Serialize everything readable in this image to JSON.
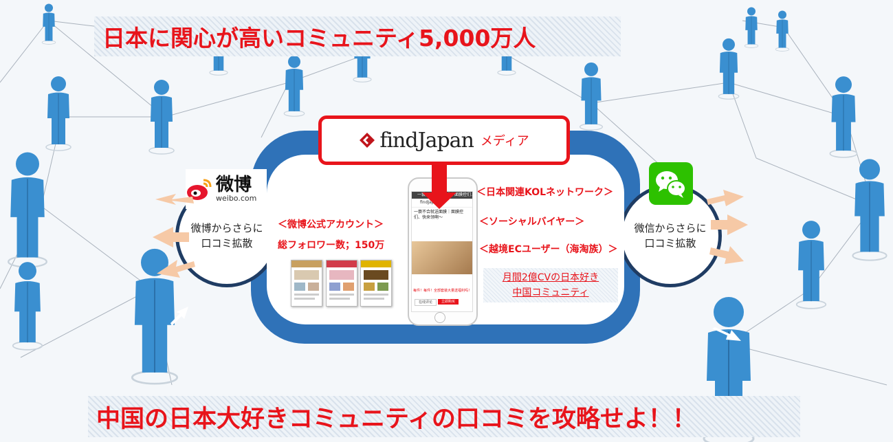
{
  "headline": "日本に関心が高いコミュニティ5,000万人",
  "tagline": "中国の日本大好きコミュニティの口コミを攻略せよ！！",
  "brand": {
    "name": "findJapan",
    "media": "メディア"
  },
  "weibo": {
    "name": "微博",
    "url": "weibo.com",
    "circle_text": "微博からさらに口コミ拡散",
    "account_label": "＜微博公式アカウント＞",
    "followers": "総フォロワー数；150万"
  },
  "wechat": {
    "circle_text": "微信からさらに口コミ拡散"
  },
  "network": {
    "kol": "＜日本関連KOLネットワーク＞",
    "buyer": "＜ソーシャルバイヤー＞",
    "ec_users": "＜越境ECユーザー（海淘族）＞"
  },
  "community": {
    "line1": "月間2億CVの日本好き",
    "line2": "中国コミュニティ"
  },
  "phone": {
    "header": "一蓑不合就送面膜｜面膜控们…",
    "title": "一蓑不合就送面膜｜面膜控们、快来领啊～",
    "promo": "每件！每件！全部套装大量送福利吗！",
    "btn_left": "在线评论",
    "btn_right": "立即购买"
  },
  "colors": {
    "accent_red": "#e8141b",
    "hub_blue": "#2f72b8",
    "wechat_green": "#2dc100",
    "people_blue": "#3a8fd0"
  }
}
